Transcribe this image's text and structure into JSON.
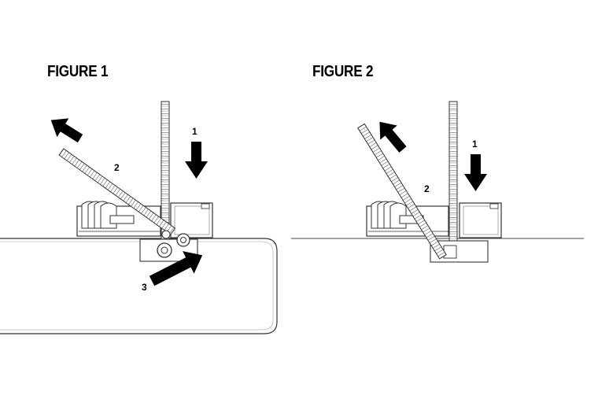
{
  "figure1": {
    "title": "FIGURE 1",
    "arrow_labels": [
      "1",
      "2",
      "3"
    ]
  },
  "figure2": {
    "title": "FIGURE 2",
    "arrow_labels": [
      "1",
      "2"
    ]
  },
  "colors": {
    "line": "#333333",
    "arrow": "#000000",
    "background": "#ffffff"
  }
}
